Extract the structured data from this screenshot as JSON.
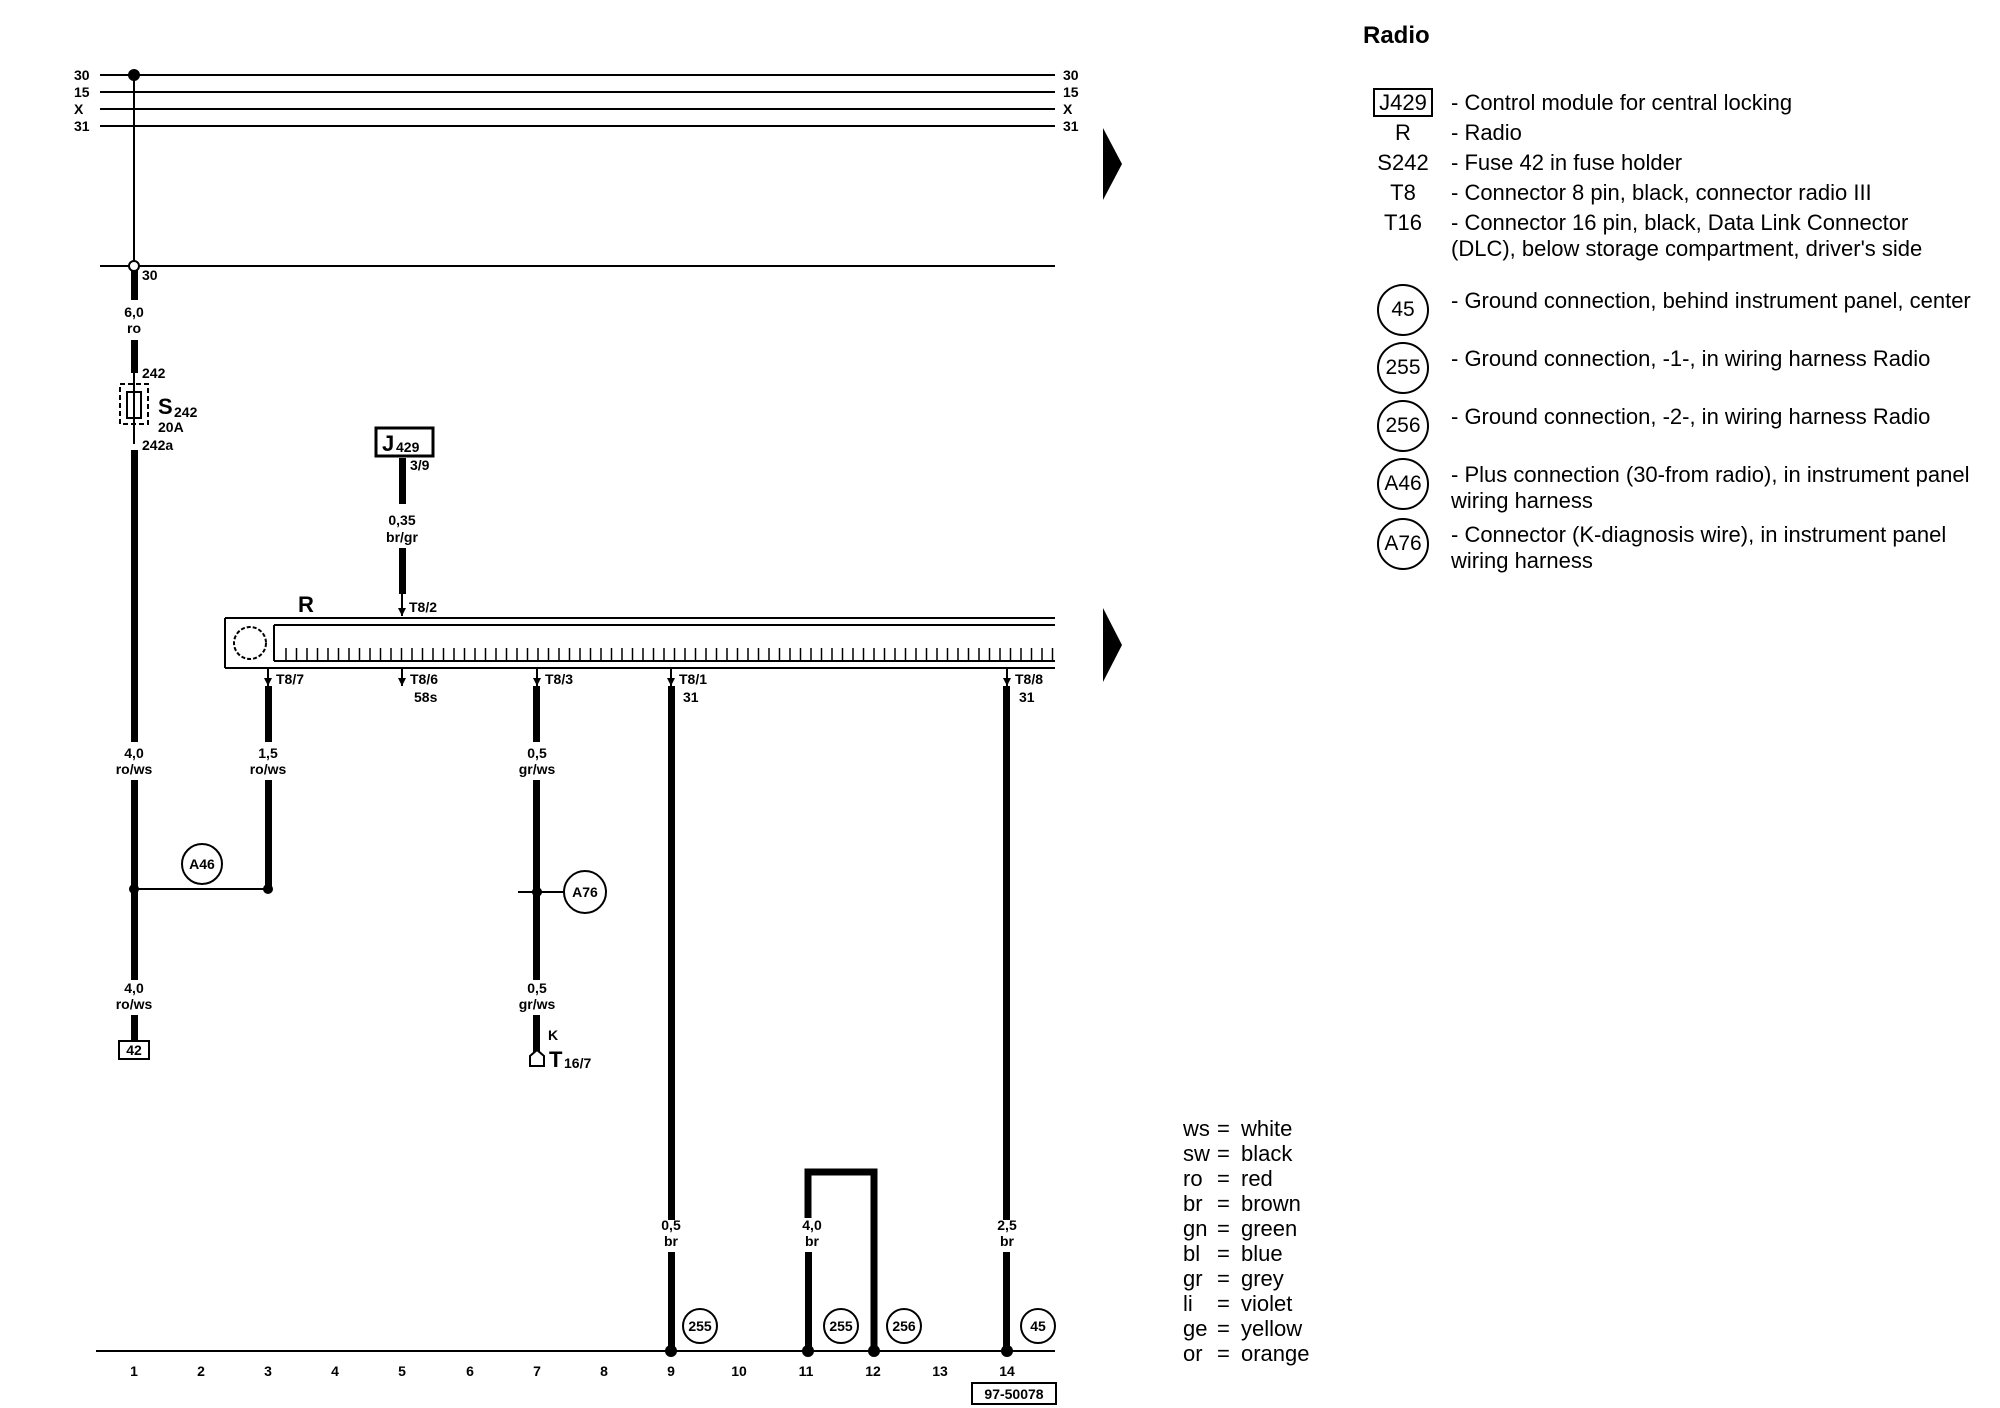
{
  "legend_title": "Radio",
  "legend": [
    {
      "code": "J429",
      "style": "box",
      "desc": "- Control module for central locking"
    },
    {
      "code": "R",
      "style": "plain",
      "desc": "- Radio"
    },
    {
      "code": "S242",
      "style": "plain",
      "desc": "- Fuse 42 in fuse holder"
    },
    {
      "code": "T8",
      "style": "plain",
      "desc": "- Connector 8 pin, black, connector radio III"
    },
    {
      "code": "T16",
      "style": "plain",
      "desc": "- Connector 16 pin, black, Data Link Connector (DLC), below storage compartment, driver's side"
    },
    {
      "code": "45",
      "style": "circle",
      "desc": "- Ground connection, behind instrument panel, center"
    },
    {
      "code": "255",
      "style": "circle",
      "desc": "- Ground connection, -1-, in wiring harness Radio"
    },
    {
      "code": "256",
      "style": "circle",
      "desc": "- Ground connection, -2-, in wiring harness Radio"
    },
    {
      "code": "A46",
      "style": "circle",
      "desc": "- Plus connection (30-from radio), in instrument panel wiring harness"
    },
    {
      "code": "A76",
      "style": "circle",
      "desc": "- Connector (K-diagnosis wire), in instrument panel wiring harness"
    }
  ],
  "color_codes": [
    {
      "abbr": "ws",
      "name": "white"
    },
    {
      "abbr": "sw",
      "name": "black"
    },
    {
      "abbr": "ro",
      "name": "red"
    },
    {
      "abbr": "br",
      "name": "brown"
    },
    {
      "abbr": "gn",
      "name": "green"
    },
    {
      "abbr": "bl",
      "name": "blue"
    },
    {
      "abbr": "gr",
      "name": "grey"
    },
    {
      "abbr": "li",
      "name": "violet"
    },
    {
      "abbr": "ge",
      "name": "yellow"
    },
    {
      "abbr": "or",
      "name": "orange"
    }
  ],
  "bus_labels": [
    "30",
    "15",
    "X",
    "31"
  ],
  "terminal_30": "30",
  "fuse": {
    "top_pin": "242",
    "name": "S",
    "sub": "242",
    "rating": "20A",
    "bottom_pin": "242a"
  },
  "wire_main": {
    "size": "6,0",
    "color": "ro"
  },
  "j429": {
    "name": "J",
    "sub": "429",
    "pin": "3/9",
    "wire_size": "0,35",
    "wire_color": "br/gr",
    "conn": "T8/2"
  },
  "radio": {
    "label": "R"
  },
  "pins": {
    "t87": "T8/7",
    "t86": "T8/6",
    "t86_sub": "58s",
    "t83": "T8/3",
    "t81": "T8/1",
    "t81_sub": "31",
    "t88": "T8/8",
    "t88_sub": "31"
  },
  "wires": {
    "w1_upper": {
      "size": "4,0",
      "color": "ro/ws"
    },
    "w1_lower": {
      "size": "4,0",
      "color": "ro/ws"
    },
    "w3": {
      "size": "1,5",
      "color": "ro/ws"
    },
    "w7_upper": {
      "size": "0,5",
      "color": "gr/ws"
    },
    "w7_lower": {
      "size": "0,5",
      "color": "gr/ws"
    },
    "w9": {
      "size": "0,5",
      "color": "br"
    },
    "w11": {
      "size": "4,0",
      "color": "br"
    },
    "w14": {
      "size": "2,5",
      "color": "br"
    }
  },
  "connectors": {
    "a46": "A46",
    "a76": "A76",
    "g255a": "255",
    "g255b": "255",
    "g256": "256",
    "g45": "45"
  },
  "ref_42": "42",
  "t16": {
    "k": "K",
    "name": "T",
    "sub": "16/7"
  },
  "track_numbers": [
    "1",
    "2",
    "3",
    "4",
    "5",
    "6",
    "7",
    "8",
    "9",
    "10",
    "11",
    "12",
    "13",
    "14"
  ],
  "doc_number": "97-50078"
}
